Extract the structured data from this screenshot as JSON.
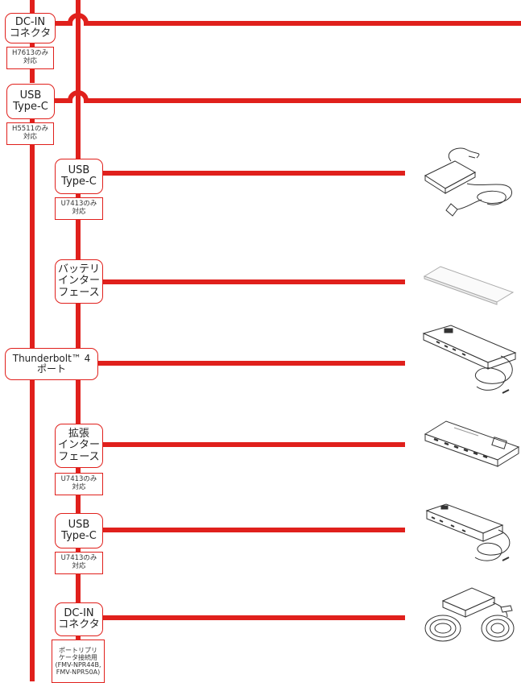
{
  "ports": [
    {
      "label": "DC-IN\nコネクタ",
      "note": "H7613のみ\n対応"
    },
    {
      "label": "USB\nType-C",
      "note": "H5511のみ\n対応"
    },
    {
      "label": "USB\nType-C",
      "note": "U7413のみ\n対応",
      "device": "ac-adapter-usbc"
    },
    {
      "label": "バッテリ\nインター\nフェース",
      "device": "battery-pack"
    },
    {
      "label": "Thunderbolt™ 4\nポート",
      "device": "thunderbolt-dock"
    },
    {
      "label": "拡張\nインター\nフェース",
      "note": "U7413のみ\n対応",
      "device": "port-replicator"
    },
    {
      "label": "USB\nType-C",
      "note": "U7413のみ\n対応",
      "device": "usbc-dock"
    },
    {
      "label": "DC-IN\nコネクタ",
      "note": "ポートリプリ\nケータ接続用\n(FMV-NPR44B,\nFMV-NPR50A)",
      "device": "ac-adapter-dcin"
    }
  ],
  "colors": {
    "wire": "#e0201c",
    "device_stroke": "#333333"
  }
}
